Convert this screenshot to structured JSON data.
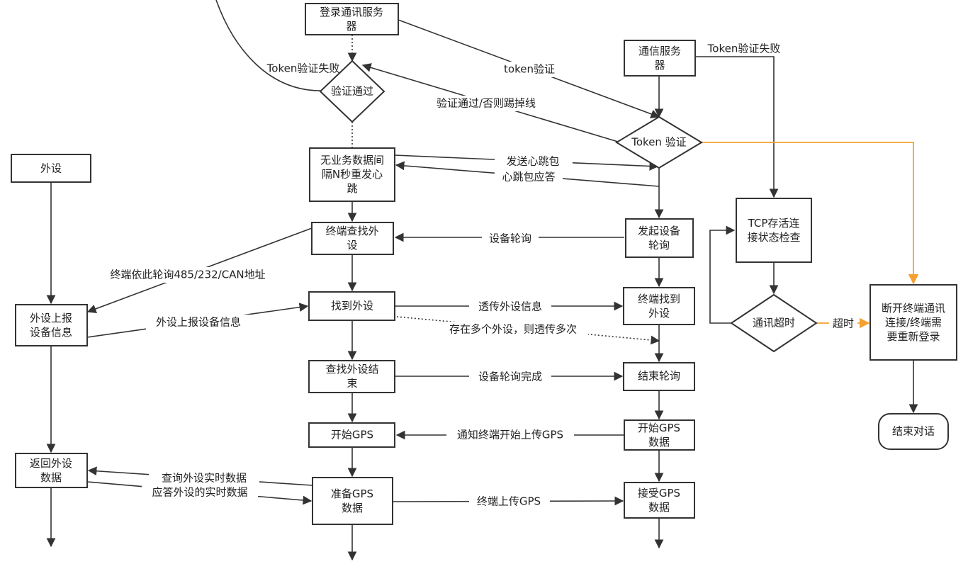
{
  "nodes": {
    "login": "登录通讯服务器",
    "verify_pass": "验证通过",
    "comm_server": "通信服务器",
    "token_verify": "Token 验证",
    "no_business": "无业务数据间隔N秒重发心跳",
    "peripheral": "外设",
    "terminal_find": "终端查找外设",
    "start_poll": "发起设备轮询",
    "tcp_check": "TCP存活连接状态检查",
    "peripheral_report": "外设上报设备信息",
    "found": "找到外设",
    "terminal_found": "终端找到外设",
    "comm_timeout": "通讯超时",
    "disconnect": "断开终端通讯连接/终端需要重新登录",
    "find_end": "查找外设结束",
    "end_poll": "结束轮询",
    "start_gps": "开始GPS",
    "start_gps_data": "开始GPS数据",
    "end_session": "结束对话",
    "return_data": "返回外设数据",
    "prepare_gps": "准备GPS数据",
    "receive_gps": "接受GPS数据"
  },
  "edges": {
    "token_fail_left": "Token验证失败",
    "token_verify": "token验证",
    "token_fail_right": "Token验证失败",
    "verify_pass_or_kick": "验证通过/否则踢掉线",
    "send_heartbeat": "发送心跳包",
    "heartbeat_reply": "心跳包应答",
    "device_poll": "设备轮询",
    "terminal_poll_addr": "终端依此轮询485/232/CAN地址",
    "passthrough_info": "透传外设信息",
    "report_info": "外设上报设备信息",
    "multi_passthrough": "存在多个外设，则透传多次",
    "timeout": "超时",
    "poll_complete": "设备轮询完成",
    "notify_gps": "通知终端开始上传GPS",
    "query_realtime": "查询外设实时数据",
    "reply_realtime": "应答外设的实时数据",
    "upload_gps": "终端上传GPS"
  },
  "colors": {
    "line": "#333333",
    "accent_orange": "#f5a030"
  }
}
